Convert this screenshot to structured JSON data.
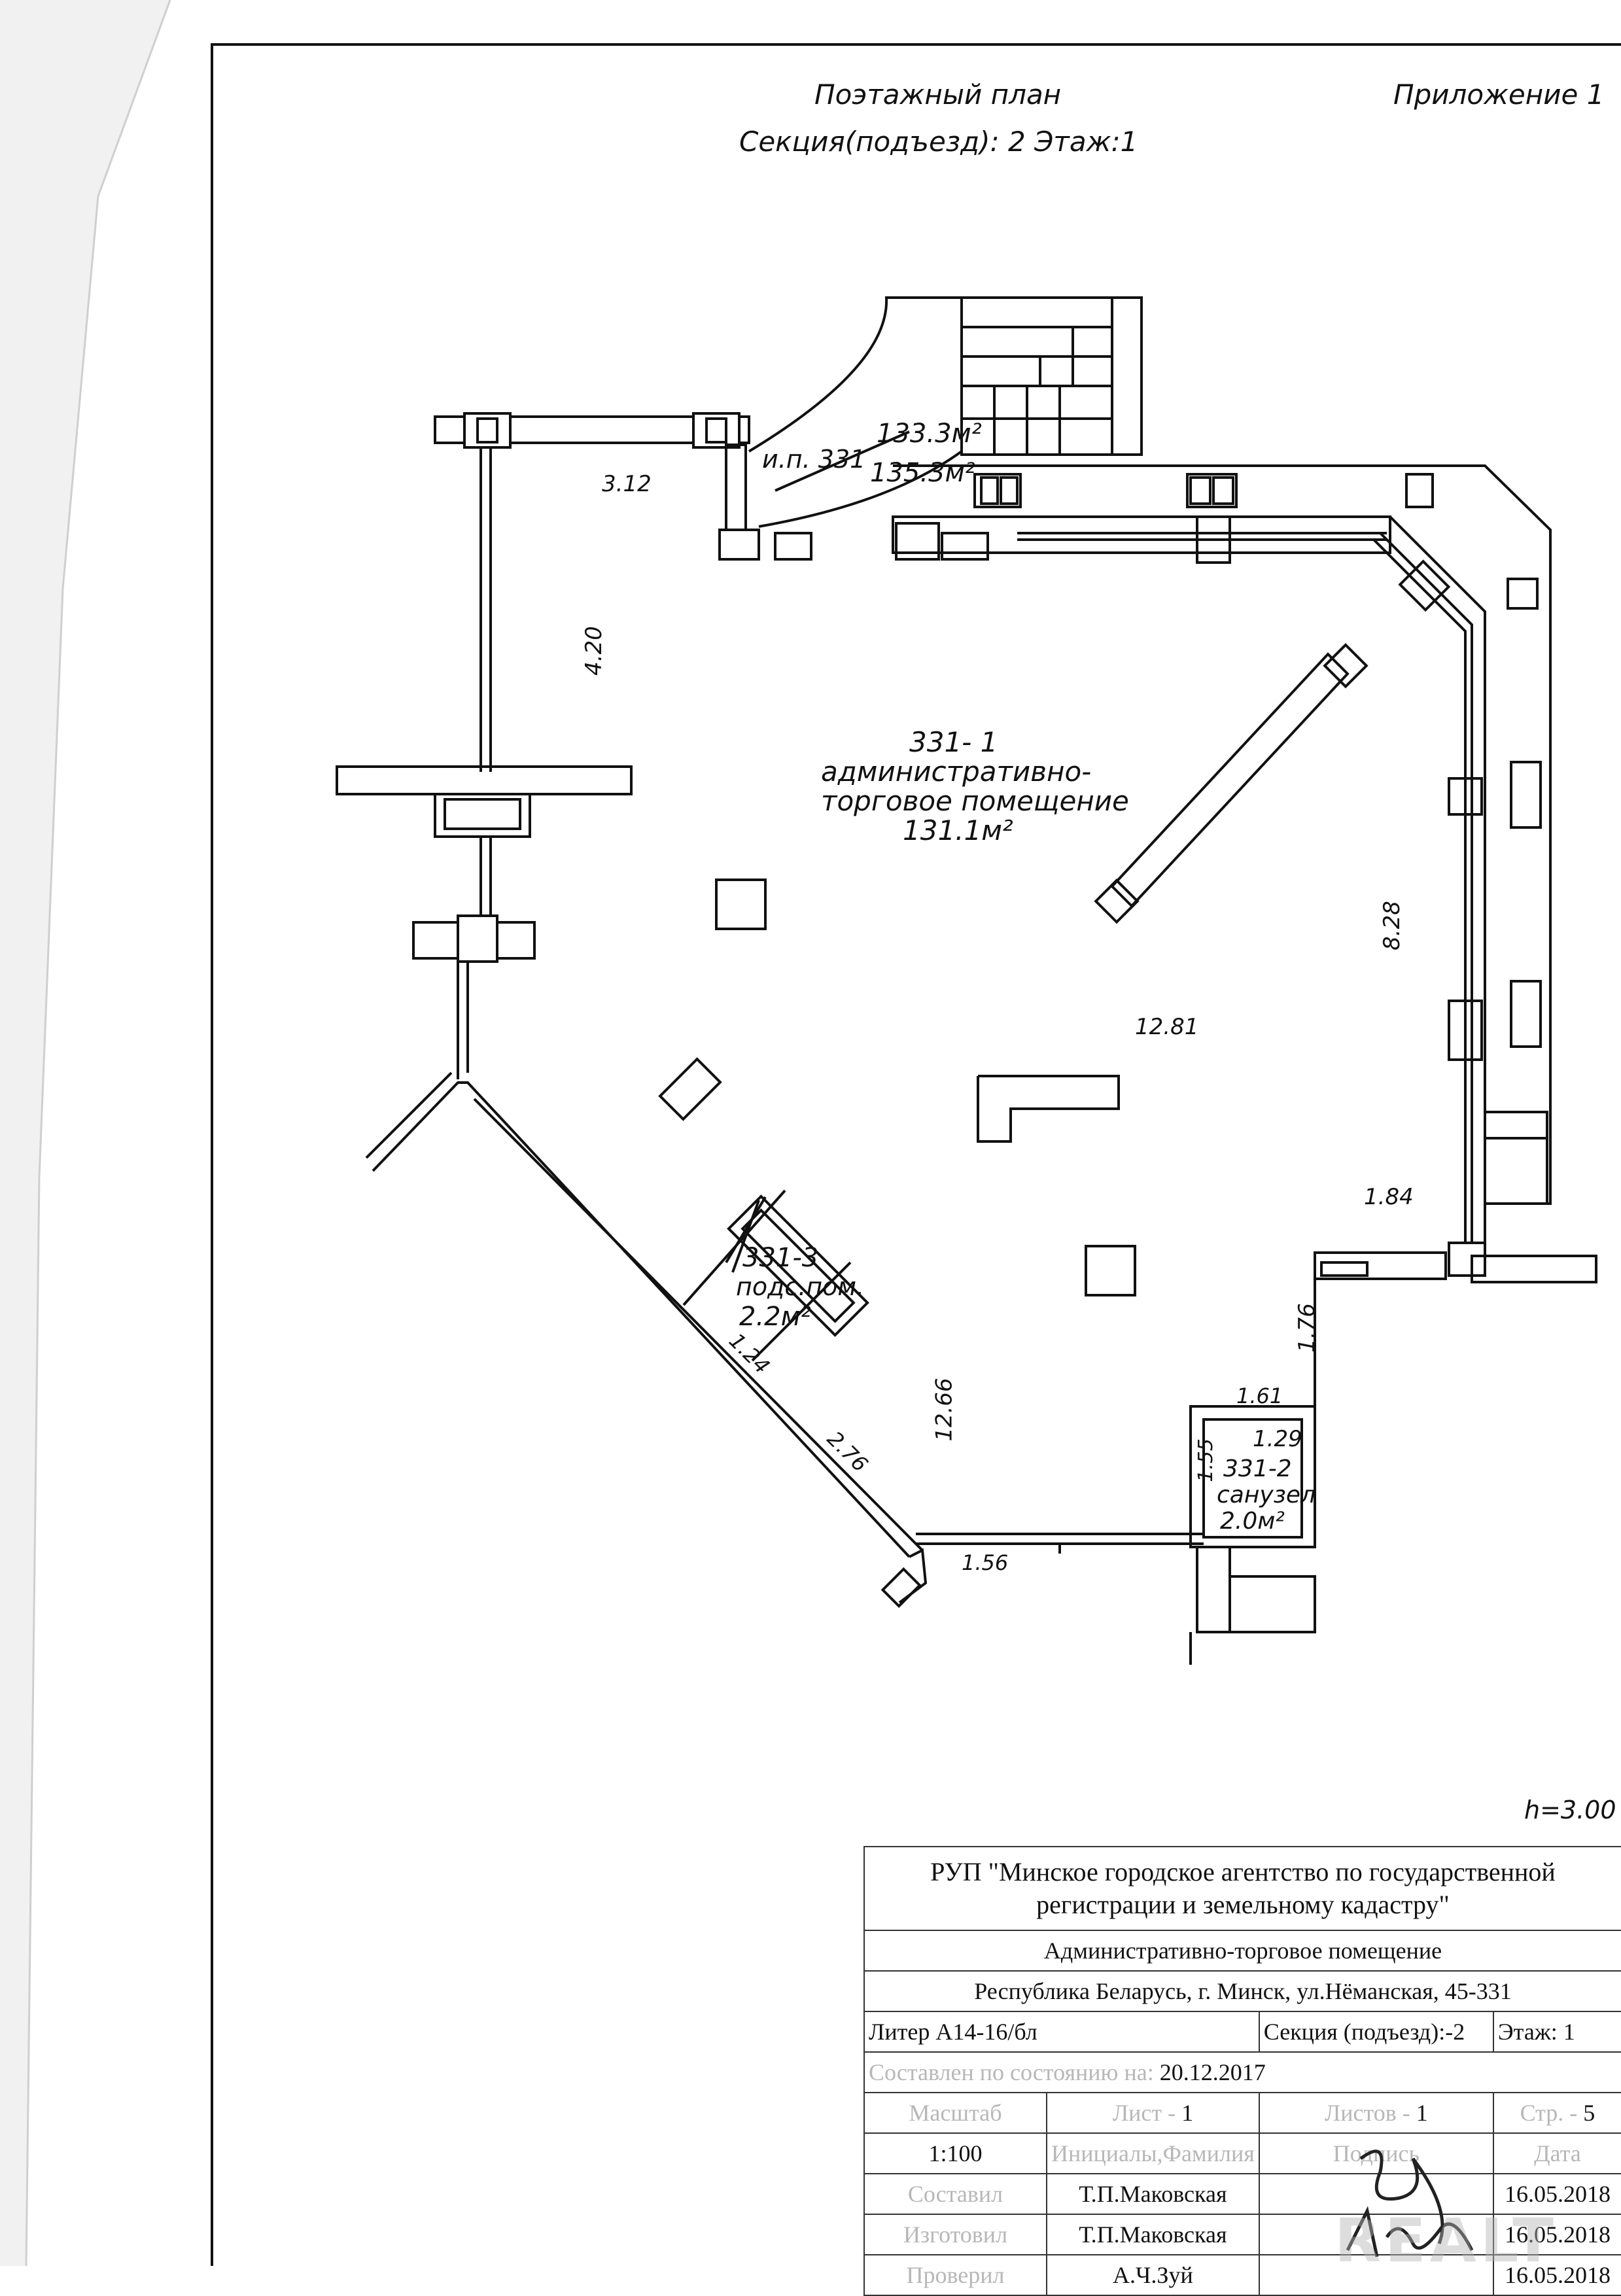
{
  "header": {
    "title_line1": "Поэтажный план",
    "title_line2": "Секция(подъезд): 2   Этаж:1",
    "appendix": "Приложение 1"
  },
  "plan": {
    "room_331_1": {
      "number": "331- 1",
      "name_line1": "административно-",
      "name_line2": "торговое помещение",
      "area": "131.1м²"
    },
    "room_331_2": {
      "number": "331-2",
      "name": "санузел",
      "area": "2.0м²",
      "dim_a": "1.61",
      "dim_b": "1.29",
      "dim_c": "1.55"
    },
    "room_331_3": {
      "number": "331-3",
      "name": "подс.пом.",
      "area": "2.2м²",
      "dim": "1.24"
    },
    "total_area_1": "133.3м²",
    "total_area_2": "135.3м²",
    "ip_label": "и.п. 331",
    "dims": {
      "d312": "3.12",
      "d420": "4.20",
      "d828": "8.28",
      "d1281": "12.81",
      "d184": "1.84",
      "d176": "1.76",
      "d1266": "12.66",
      "d276": "2.76",
      "d156": "1.56"
    },
    "height": "h=3.00"
  },
  "title_block": {
    "org_line1": "РУП \"Минское городское агентство по государственной",
    "org_line2": "регистрации и земельному кадастру\"",
    "object": "Административно-торговое помещение",
    "address": "Республика Беларусь, г. Минск, ул.Нёманская, 45-331",
    "liter": "Литер А14-16/бл",
    "section": "Секция (подъезд):-2",
    "floor": "Этаж: 1",
    "state_label": "Составлен по состоянию на:",
    "state_date": "20.12.2017",
    "scale_label": "Масштаб",
    "scale_value": "1:100",
    "sheet_label": "Лист -",
    "sheet_value": "1",
    "sheets_label": "Листов -",
    "sheets_value": "1",
    "page_label": "Стр. -",
    "page_value": "5",
    "initials_label": "Инициалы,Фамилия",
    "signature_label": "Подпись",
    "date_label": "Дата",
    "rows": [
      {
        "role": "Составил",
        "name": "Т.П.Маковская",
        "date": "16.05.2018"
      },
      {
        "role": "Изготовил",
        "name": "Т.П.Маковская",
        "date": "16.05.2018"
      },
      {
        "role": "Проверил",
        "name": "А.Ч.Зуй",
        "date": "16.05.2018"
      }
    ]
  },
  "watermark": "REALT"
}
